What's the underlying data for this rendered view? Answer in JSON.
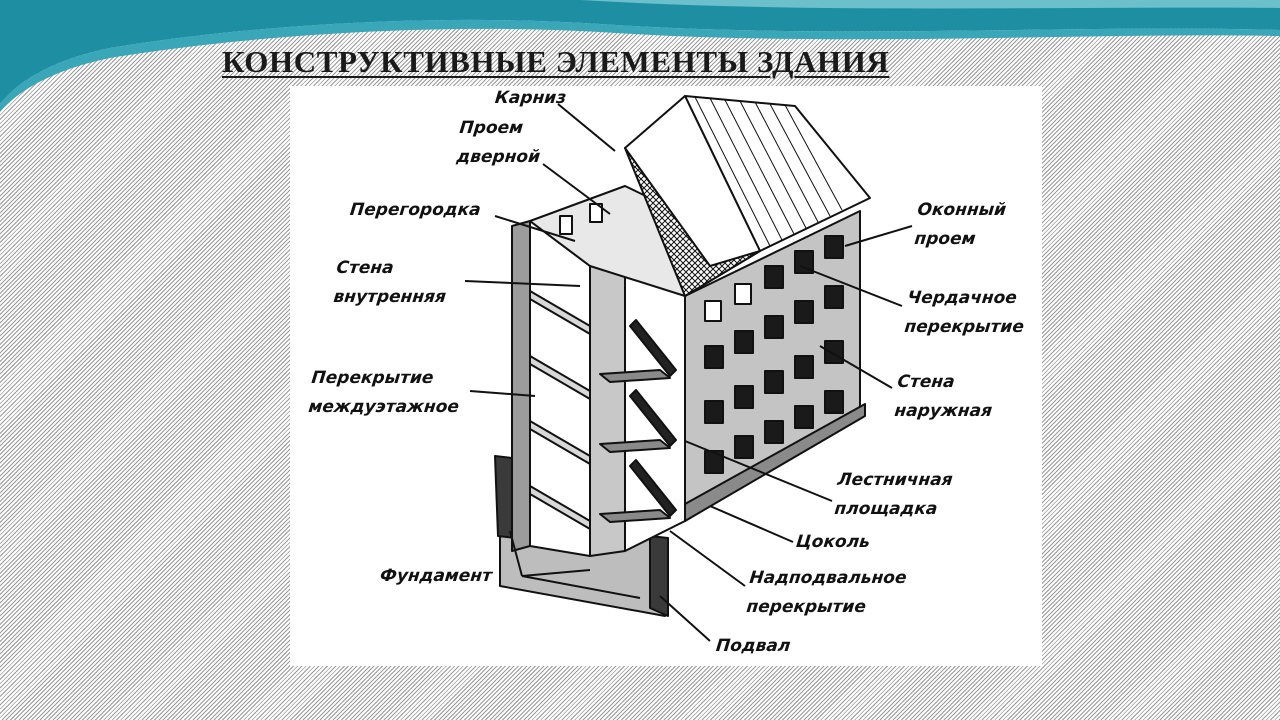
{
  "title": "КОНСТРУКТИВНЫЕ ЭЛЕМЕНТЫ ЗДАНИЯ",
  "colors": {
    "accent": "#1e8fa3",
    "wall": "#c4c4c4",
    "roof": "#ffffff",
    "ink": "#111111"
  },
  "labels": {
    "karniz": "Карниз",
    "proem_dvernoy": "Проем\nдверной",
    "peregorodka": "Перегородка",
    "stena_vnutrennyaya": "Стена\nвнутренняя",
    "perekrytie_mezhduetazhnoe": "Перекрытие\nмеждуэтажное",
    "fundament": "Фундамент",
    "okonny_proem": "Оконный\nпроем",
    "cherdachnoe_perekrytie": "Чердачное\nперекрытие",
    "stena_naruzhnaya": "Стена\nнаружная",
    "lestnichnaya_ploshchadka": "Лестничная\nплощадка",
    "tsokol": "Цоколь",
    "nadpodvalnoe_perekrytie": "Надподвальное\nперекрытие",
    "podval": "Подвал"
  }
}
